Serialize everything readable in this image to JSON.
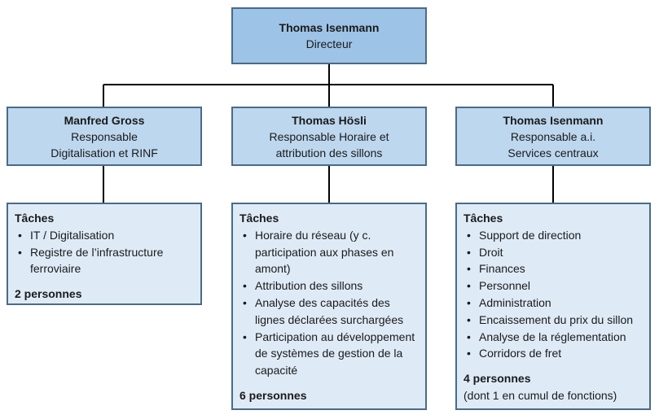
{
  "director": {
    "name": "Thomas Isenmann",
    "role": "Directeur"
  },
  "units": [
    {
      "name": "Manfred Gross",
      "role_lines": [
        "Responsable",
        "Digitalisation et RINF"
      ],
      "tasks_title": "Tâches",
      "tasks": [
        "IT / Digitalisation",
        "Registre de l’infrastructure ferroviaire"
      ],
      "count": "2 personnes",
      "note": ""
    },
    {
      "name": "Thomas Hösli",
      "role_lines": [
        "Responsable Horaire et",
        "attribution des sillons"
      ],
      "tasks_title": "Tâches",
      "tasks": [
        "Horaire du réseau (y c. participation aux phases en amont)",
        "Attribution des sillons",
        "Analyse des capacités des lignes déclarées surchargées",
        "Participation au développement de systèmes de gestion de la capacité"
      ],
      "count": "6 personnes",
      "note": ""
    },
    {
      "name": "Thomas Isenmann",
      "role_lines": [
        "Responsable a.i.",
        "Services centraux"
      ],
      "tasks_title": "Tâches",
      "tasks": [
        "Support de direction",
        "Droit",
        "Finances",
        "Personnel",
        "Administration",
        "Encaissement du prix du sillon",
        "Analyse de la réglementation",
        "Corridors de fret"
      ],
      "count": "4 personnes",
      "note": "(dont 1 en cumul de fonctions)"
    }
  ]
}
